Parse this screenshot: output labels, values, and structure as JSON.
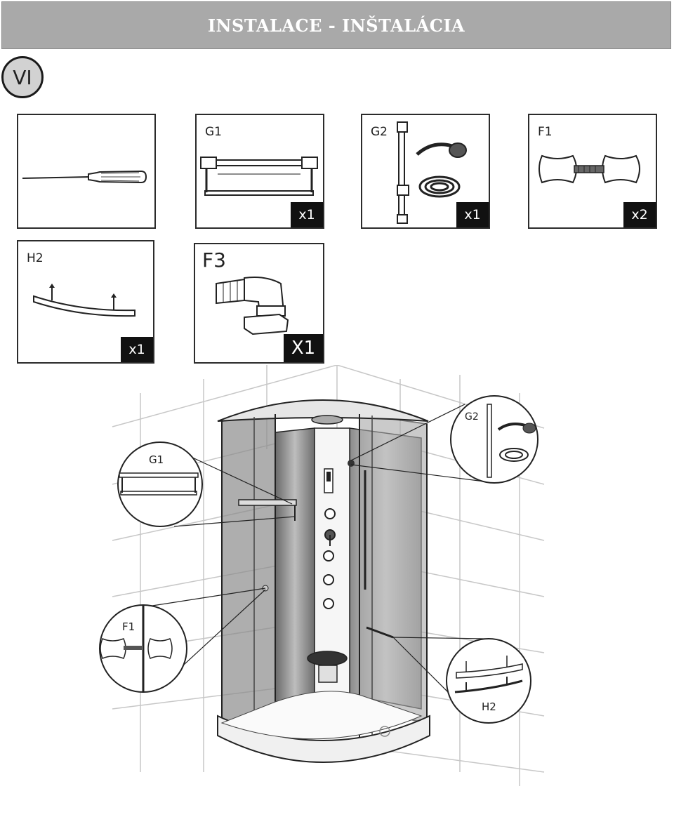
{
  "header": {
    "title": "INSTALACE  - INŠTALÁCIA"
  },
  "step": {
    "label": "VI"
  },
  "parts": [
    {
      "code": "",
      "qty": ""
    },
    {
      "code": "G1",
      "qty": "x1"
    },
    {
      "code": "G2",
      "qty": "x1"
    },
    {
      "code": "F1",
      "qty": "x2"
    },
    {
      "code": "H2",
      "qty": "x1"
    },
    {
      "code": "F3",
      "qty": "X1"
    }
  ],
  "callouts": {
    "g1": "G1",
    "g2": "G2",
    "f1": "F1",
    "h2": "H2"
  }
}
